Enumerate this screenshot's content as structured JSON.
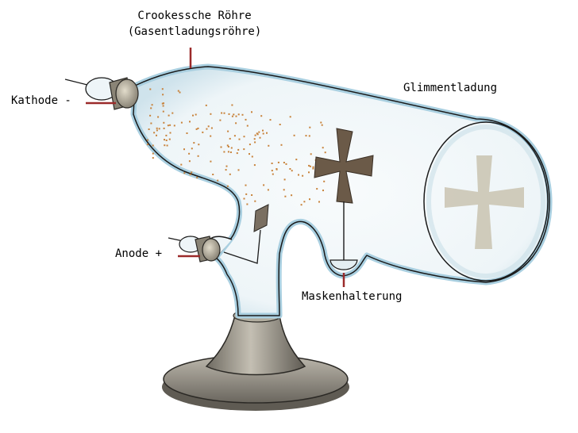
{
  "labels": {
    "tube_title": "Crookessche Röhre",
    "tube_subtitle": "(Gasentladungsröhre)",
    "glow": "Glimmentladung",
    "cathode": "Kathode -",
    "anode": "Anode +",
    "mask_holder": "Maskenhalterung"
  },
  "colors": {
    "glass_outline": "#1a1a1a",
    "glass_glow": "#a9cfe0",
    "glass_fill": "#eef5f8",
    "cathode_particles": "#c8823a",
    "leader_lines": "#9b2a2a",
    "maltese_cross": "#6b5a48",
    "cross_shadow": "#c9c3b0",
    "stand_base": "#9a958a",
    "electrode_cap": "#bdb6a4"
  }
}
